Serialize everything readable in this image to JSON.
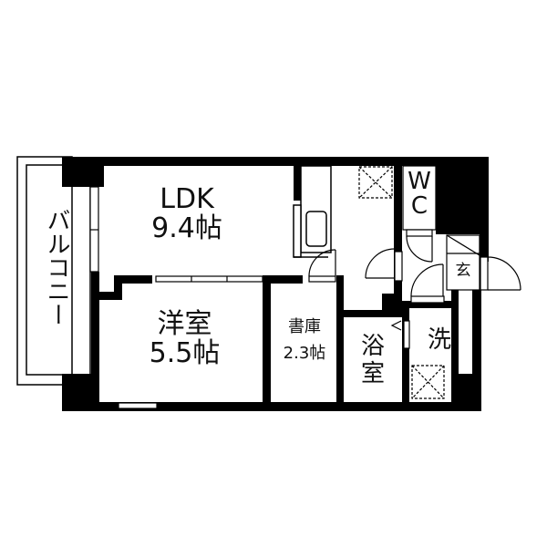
{
  "plan": {
    "colors": {
      "wall": "#000000",
      "background": "#ffffff",
      "line": "#000000"
    },
    "rooms": {
      "ldk": {
        "name": "LDK",
        "size": "9.4帖"
      },
      "western": {
        "name": "洋室",
        "size": "5.5帖"
      },
      "storage": {
        "name": "書庫",
        "size": "2.3帖"
      },
      "bath": {
        "name_line1": "浴",
        "name_line2": "室"
      },
      "washroom": {
        "name": "洗"
      },
      "toilet": {
        "name_line1": "W",
        "name_line2": "C"
      },
      "entrance": {
        "name": "玄"
      },
      "balcony": {
        "name": "バルコニー"
      }
    }
  }
}
